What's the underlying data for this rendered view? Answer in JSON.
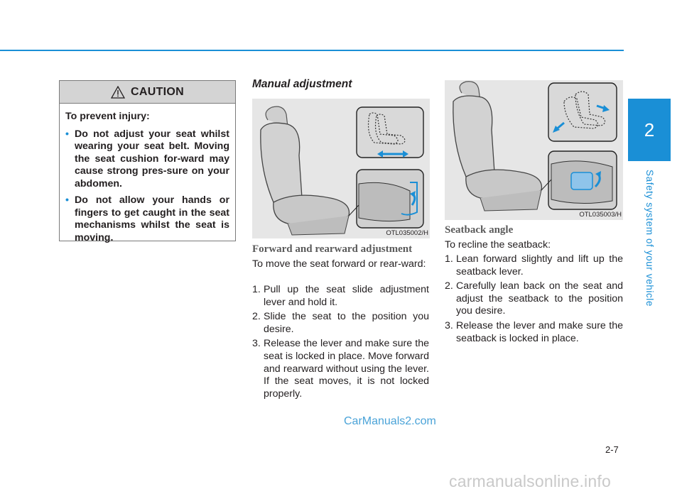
{
  "section": {
    "number": "2",
    "title": "Safety system of your vehicle"
  },
  "caution": {
    "label": "CAUTION",
    "icon": "warning-triangle-icon",
    "intro": "To prevent injury:",
    "items": [
      "Do not adjust your seat whilst wearing your seat belt. Moving the seat cushion for-ward may cause strong pres-sure on your abdomen.",
      "Do not allow your hands or fingers to get caught in the seat mechanisms whilst the seat is moving."
    ]
  },
  "manual": {
    "heading": "Manual adjustment",
    "figure1_code": "OTL035002/H",
    "forward": {
      "heading": "Forward and rearward adjustment",
      "intro": "To move the seat forward or rear-ward:",
      "steps": [
        {
          "num": "1.",
          "text": "Pull up the seat slide adjustment lever and hold it."
        },
        {
          "num": "2.",
          "text": "Slide the seat to the position you desire."
        },
        {
          "num": "3.",
          "text": "Release the lever and make sure the seat is locked in place. Move forward and rearward without using the lever. If the seat moves, it is not locked properly."
        }
      ]
    }
  },
  "seatback": {
    "figure2_code": "OTL035003/H",
    "heading": "Seatback angle",
    "intro": "To recline the seatback:",
    "steps": [
      {
        "num": "1.",
        "text": "Lean forward slightly and lift up the seatback lever."
      },
      {
        "num": "2.",
        "text": "Carefully lean back on the seat and adjust the seatback to the position you desire."
      },
      {
        "num": "3.",
        "text": "Release the lever and make sure the seatback is locked in place."
      }
    ]
  },
  "footer": {
    "page": "2-7",
    "watermark": "CarManuals2.com",
    "site": "carmanualsonline.info"
  },
  "colors": {
    "accent": "#1a8fd6",
    "caution_header": "#d4d4d4",
    "figure_bg": "#e6e6e6"
  }
}
